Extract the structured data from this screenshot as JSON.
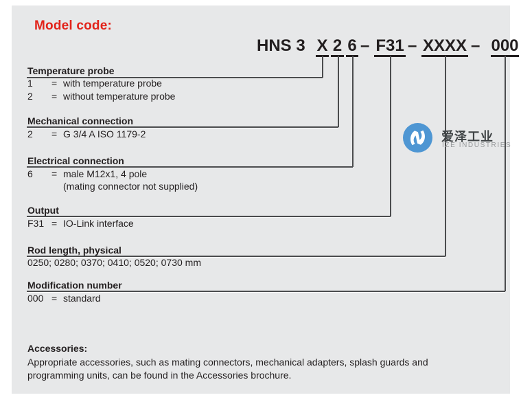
{
  "title": {
    "text": "Model code:",
    "color": "#e2231a"
  },
  "model_code": {
    "parts": [
      {
        "text": "HNS 3",
        "underlined": false
      },
      {
        "text": "X",
        "underlined": true
      },
      {
        "text": "2",
        "underlined": true
      },
      {
        "text": "6",
        "underlined": true
      },
      {
        "text": "–",
        "underlined": false
      },
      {
        "text": "F31",
        "underlined": true
      },
      {
        "text": "–",
        "underlined": false
      },
      {
        "text": "XXXX",
        "underlined": true
      },
      {
        "text": "–",
        "underlined": false
      },
      {
        "text": "000",
        "underlined": true
      }
    ]
  },
  "sections": [
    {
      "title": "Temperature probe",
      "rows": [
        {
          "code": "1",
          "eq": "=",
          "value": "with temperature probe"
        },
        {
          "code": "2",
          "eq": "=",
          "value": "without temperature probe"
        }
      ]
    },
    {
      "title": "Mechanical connection",
      "rows": [
        {
          "code": "2",
          "eq": "=",
          "value": "G 3/4 A ISO 1179-2"
        }
      ]
    },
    {
      "title": "Electrical connection",
      "rows": [
        {
          "code": "6",
          "eq": "=",
          "value": "male M12x1, 4 pole"
        },
        {
          "code": "",
          "eq": "",
          "value": "(mating connector not supplied)"
        }
      ]
    },
    {
      "title": "Output",
      "rows": [
        {
          "code": "F31",
          "eq": "=",
          "value": "IO-Link interface"
        }
      ]
    },
    {
      "title": "Rod length, physical",
      "plain": "0250; 0280; 0370; 0410; 0520; 0730 mm"
    },
    {
      "title": "Modification number",
      "rows": [
        {
          "code": "000",
          "eq": "=",
          "value": "standard"
        }
      ]
    }
  ],
  "logo": {
    "cn": "爱泽工业",
    "en": "IZE INDUSTRIES",
    "icon": "ize-monogram-icon",
    "blue": "#4e96d3"
  },
  "accessories": {
    "title": "Accessories:",
    "lines": [
      "Appropriate accessories, such as mating connectors, mechanical adapters, splash guards and",
      "programming units, can be found in the Accessories brochure."
    ]
  }
}
